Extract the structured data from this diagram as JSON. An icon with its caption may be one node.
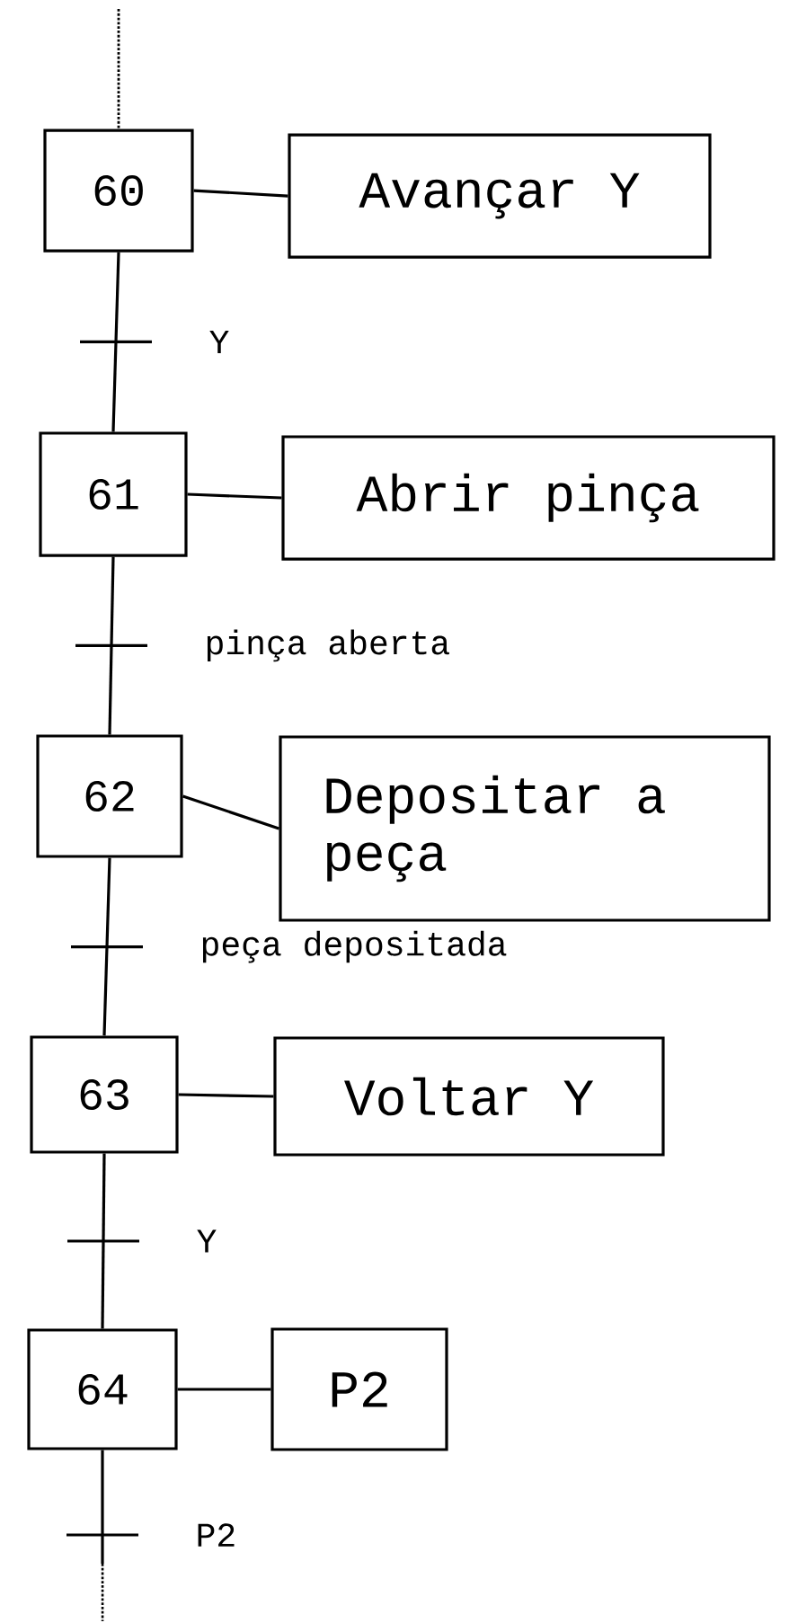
{
  "diagram": {
    "nodes": [
      {
        "text": [
          "60"
        ]
      },
      {
        "text": [
          "Avançar Y"
        ]
      },
      {
        "text": [
          "61"
        ]
      },
      {
        "text": [
          "Abrir pinça"
        ]
      },
      {
        "text": [
          "62"
        ]
      },
      {
        "text": [
          "Depositar a peça"
        ]
      },
      {
        "text": [
          "63"
        ]
      },
      {
        "text": [
          "Voltar Y"
        ]
      },
      {
        "text": [
          "64"
        ]
      },
      {
        "text": [
          "P2"
        ]
      }
    ],
    "edges": [
      {
        "from": null,
        "to": 0,
        "arrow": "none",
        "style": "dashed"
      },
      {
        "from": 0,
        "to": 1,
        "arrow": "none"
      },
      {
        "from": 0,
        "to": 2,
        "arrow": "none",
        "label": "Y"
      },
      {
        "from": 2,
        "to": 3,
        "arrow": "none"
      },
      {
        "from": 2,
        "to": 4,
        "arrow": "none",
        "label": "pinça aberta"
      },
      {
        "from": 4,
        "to": 5,
        "arrow": "none"
      },
      {
        "from": 4,
        "to": 6,
        "arrow": "none",
        "label": "peça depositada"
      },
      {
        "from": 6,
        "to": 7,
        "arrow": "none"
      },
      {
        "from": 6,
        "to": 8,
        "arrow": "none",
        "label": "Y"
      },
      {
        "from": 8,
        "to": 9,
        "arrow": "none"
      },
      {
        "from": 8,
        "to": null,
        "arrow": "none",
        "label": "P2"
      }
    ]
  }
}
